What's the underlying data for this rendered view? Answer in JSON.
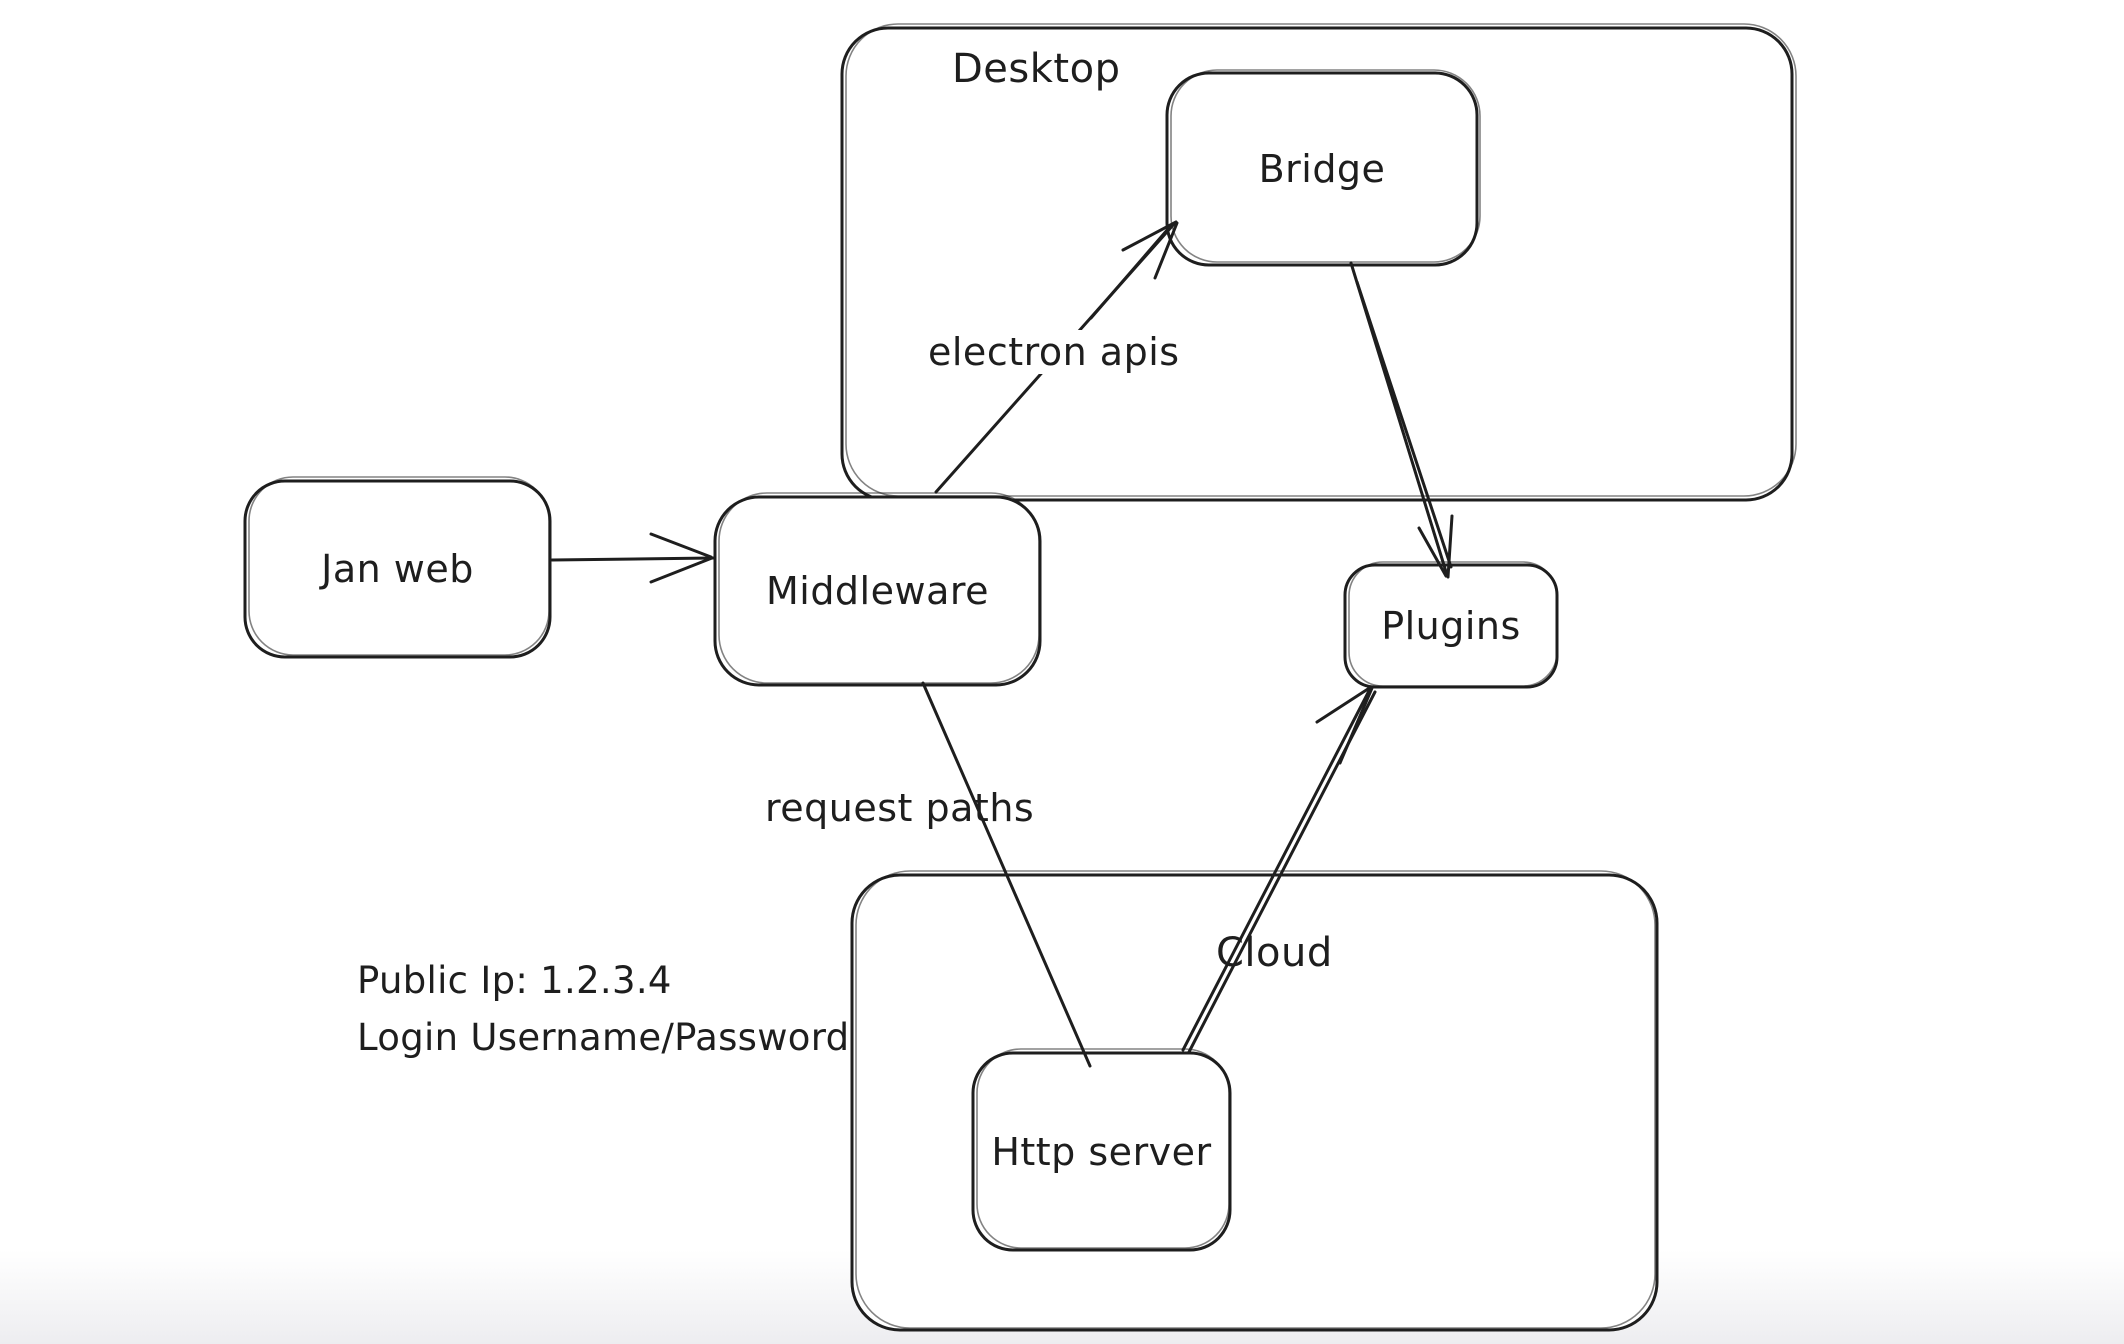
{
  "canvas": {
    "background": "#ffffff",
    "stroke_color": "#1e1e1e",
    "bottom_fade_color": "#ededf0"
  },
  "nodes": {
    "desktop": {
      "label": "Desktop",
      "type": "container"
    },
    "cloud": {
      "label": "Cloud",
      "type": "container"
    },
    "bridge": {
      "label": "Bridge",
      "type": "box"
    },
    "jan_web": {
      "label": "Jan web",
      "type": "box"
    },
    "middleware": {
      "label": "Middleware",
      "type": "box"
    },
    "plugins": {
      "label": "Plugins",
      "type": "box"
    },
    "http_server": {
      "label": "Http server",
      "type": "box"
    }
  },
  "edge_labels": {
    "electron_apis": "electron apis",
    "request_paths": "request paths"
  },
  "edges": [
    {
      "from": "jan_web",
      "to": "middleware",
      "arrow": true
    },
    {
      "from": "middleware",
      "to": "bridge",
      "arrow": true,
      "label": "electron apis"
    },
    {
      "from": "bridge",
      "to": "plugins",
      "arrow": true
    },
    {
      "from": "middleware",
      "to": "http_server",
      "arrow": false,
      "label": "request paths"
    },
    {
      "from": "http_server",
      "to": "plugins",
      "arrow": true
    }
  ],
  "annotations": {
    "public_ip": "Public Ip: 1.2.3.4",
    "login": "Login Username/Password"
  }
}
